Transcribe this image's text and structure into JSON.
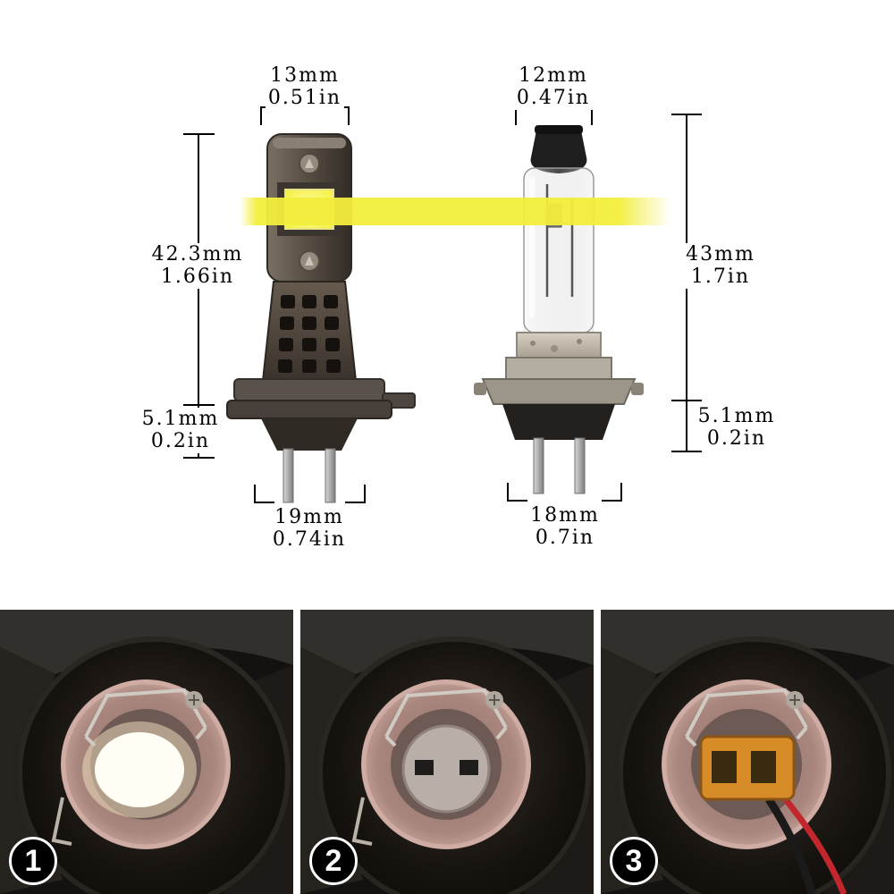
{
  "diagram": {
    "led_bulb": {
      "label": "led-bulb",
      "top_width": {
        "mm": "13mm",
        "in": "0.51in"
      },
      "height": {
        "mm": "42.3mm",
        "in": "1.66in"
      },
      "flange": {
        "mm": "5.1mm",
        "in": "0.2in"
      },
      "base_width": {
        "mm": "19mm",
        "in": "0.74in"
      }
    },
    "halogen_bulb": {
      "label": "halogen-bulb",
      "top_width": {
        "mm": "12mm",
        "in": "0.47in"
      },
      "height": {
        "mm": "43mm",
        "in": "1.7in"
      },
      "flange": {
        "mm": "5.1mm",
        "in": "0.2in"
      },
      "base_width": {
        "mm": "18mm",
        "in": "0.7in"
      }
    },
    "beam_color": "#f2ee3c"
  },
  "steps": [
    {
      "number": "1"
    },
    {
      "number": "2"
    },
    {
      "number": "3"
    }
  ],
  "colors": {
    "connector_orange": "#d88c28",
    "badge_background": "#000000",
    "badge_text": "#ffffff",
    "wire_red": "#c1272d",
    "wire_black": "#1a1a1a"
  }
}
